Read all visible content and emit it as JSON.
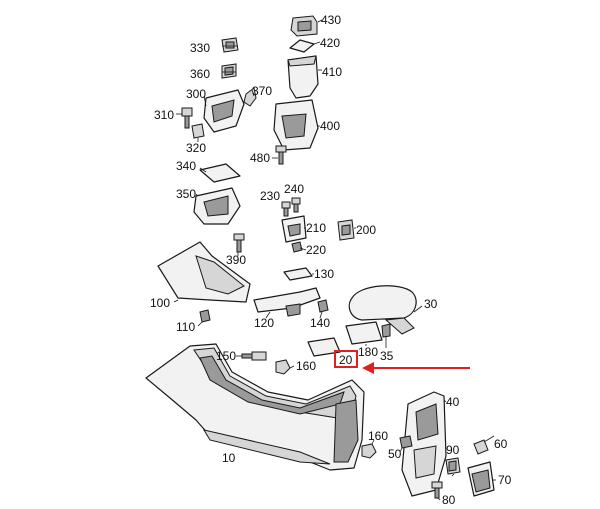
{
  "callouts": [
    {
      "id": "430",
      "label": "430"
    },
    {
      "id": "420",
      "label": "420"
    },
    {
      "id": "410",
      "label": "410"
    },
    {
      "id": "330",
      "label": "330"
    },
    {
      "id": "360",
      "label": "360"
    },
    {
      "id": "370",
      "label": "370"
    },
    {
      "id": "300",
      "label": "300"
    },
    {
      "id": "310",
      "label": "310"
    },
    {
      "id": "400",
      "label": "400"
    },
    {
      "id": "320",
      "label": "320"
    },
    {
      "id": "480",
      "label": "480"
    },
    {
      "id": "340",
      "label": "340"
    },
    {
      "id": "350",
      "label": "350"
    },
    {
      "id": "230",
      "label": "230"
    },
    {
      "id": "240",
      "label": "240"
    },
    {
      "id": "210",
      "label": "210"
    },
    {
      "id": "200",
      "label": "200"
    },
    {
      "id": "220",
      "label": "220"
    },
    {
      "id": "390",
      "label": "390"
    },
    {
      "id": "130",
      "label": "130"
    },
    {
      "id": "100",
      "label": "100"
    },
    {
      "id": "30",
      "label": "30"
    },
    {
      "id": "110",
      "label": "110"
    },
    {
      "id": "120",
      "label": "120"
    },
    {
      "id": "140",
      "label": "140"
    },
    {
      "id": "180",
      "label": "180"
    },
    {
      "id": "35",
      "label": "35"
    },
    {
      "id": "150",
      "label": "150"
    },
    {
      "id": "160a",
      "label": "160"
    },
    {
      "id": "20",
      "label": "20"
    },
    {
      "id": "40",
      "label": "40"
    },
    {
      "id": "160b",
      "label": "160"
    },
    {
      "id": "10",
      "label": "10"
    },
    {
      "id": "90",
      "label": "90"
    },
    {
      "id": "60",
      "label": "60"
    },
    {
      "id": "50",
      "label": "50"
    },
    {
      "id": "70",
      "label": "70"
    },
    {
      "id": "80",
      "label": "80"
    }
  ],
  "highlight": {
    "part": "20",
    "color": "#e02020"
  }
}
